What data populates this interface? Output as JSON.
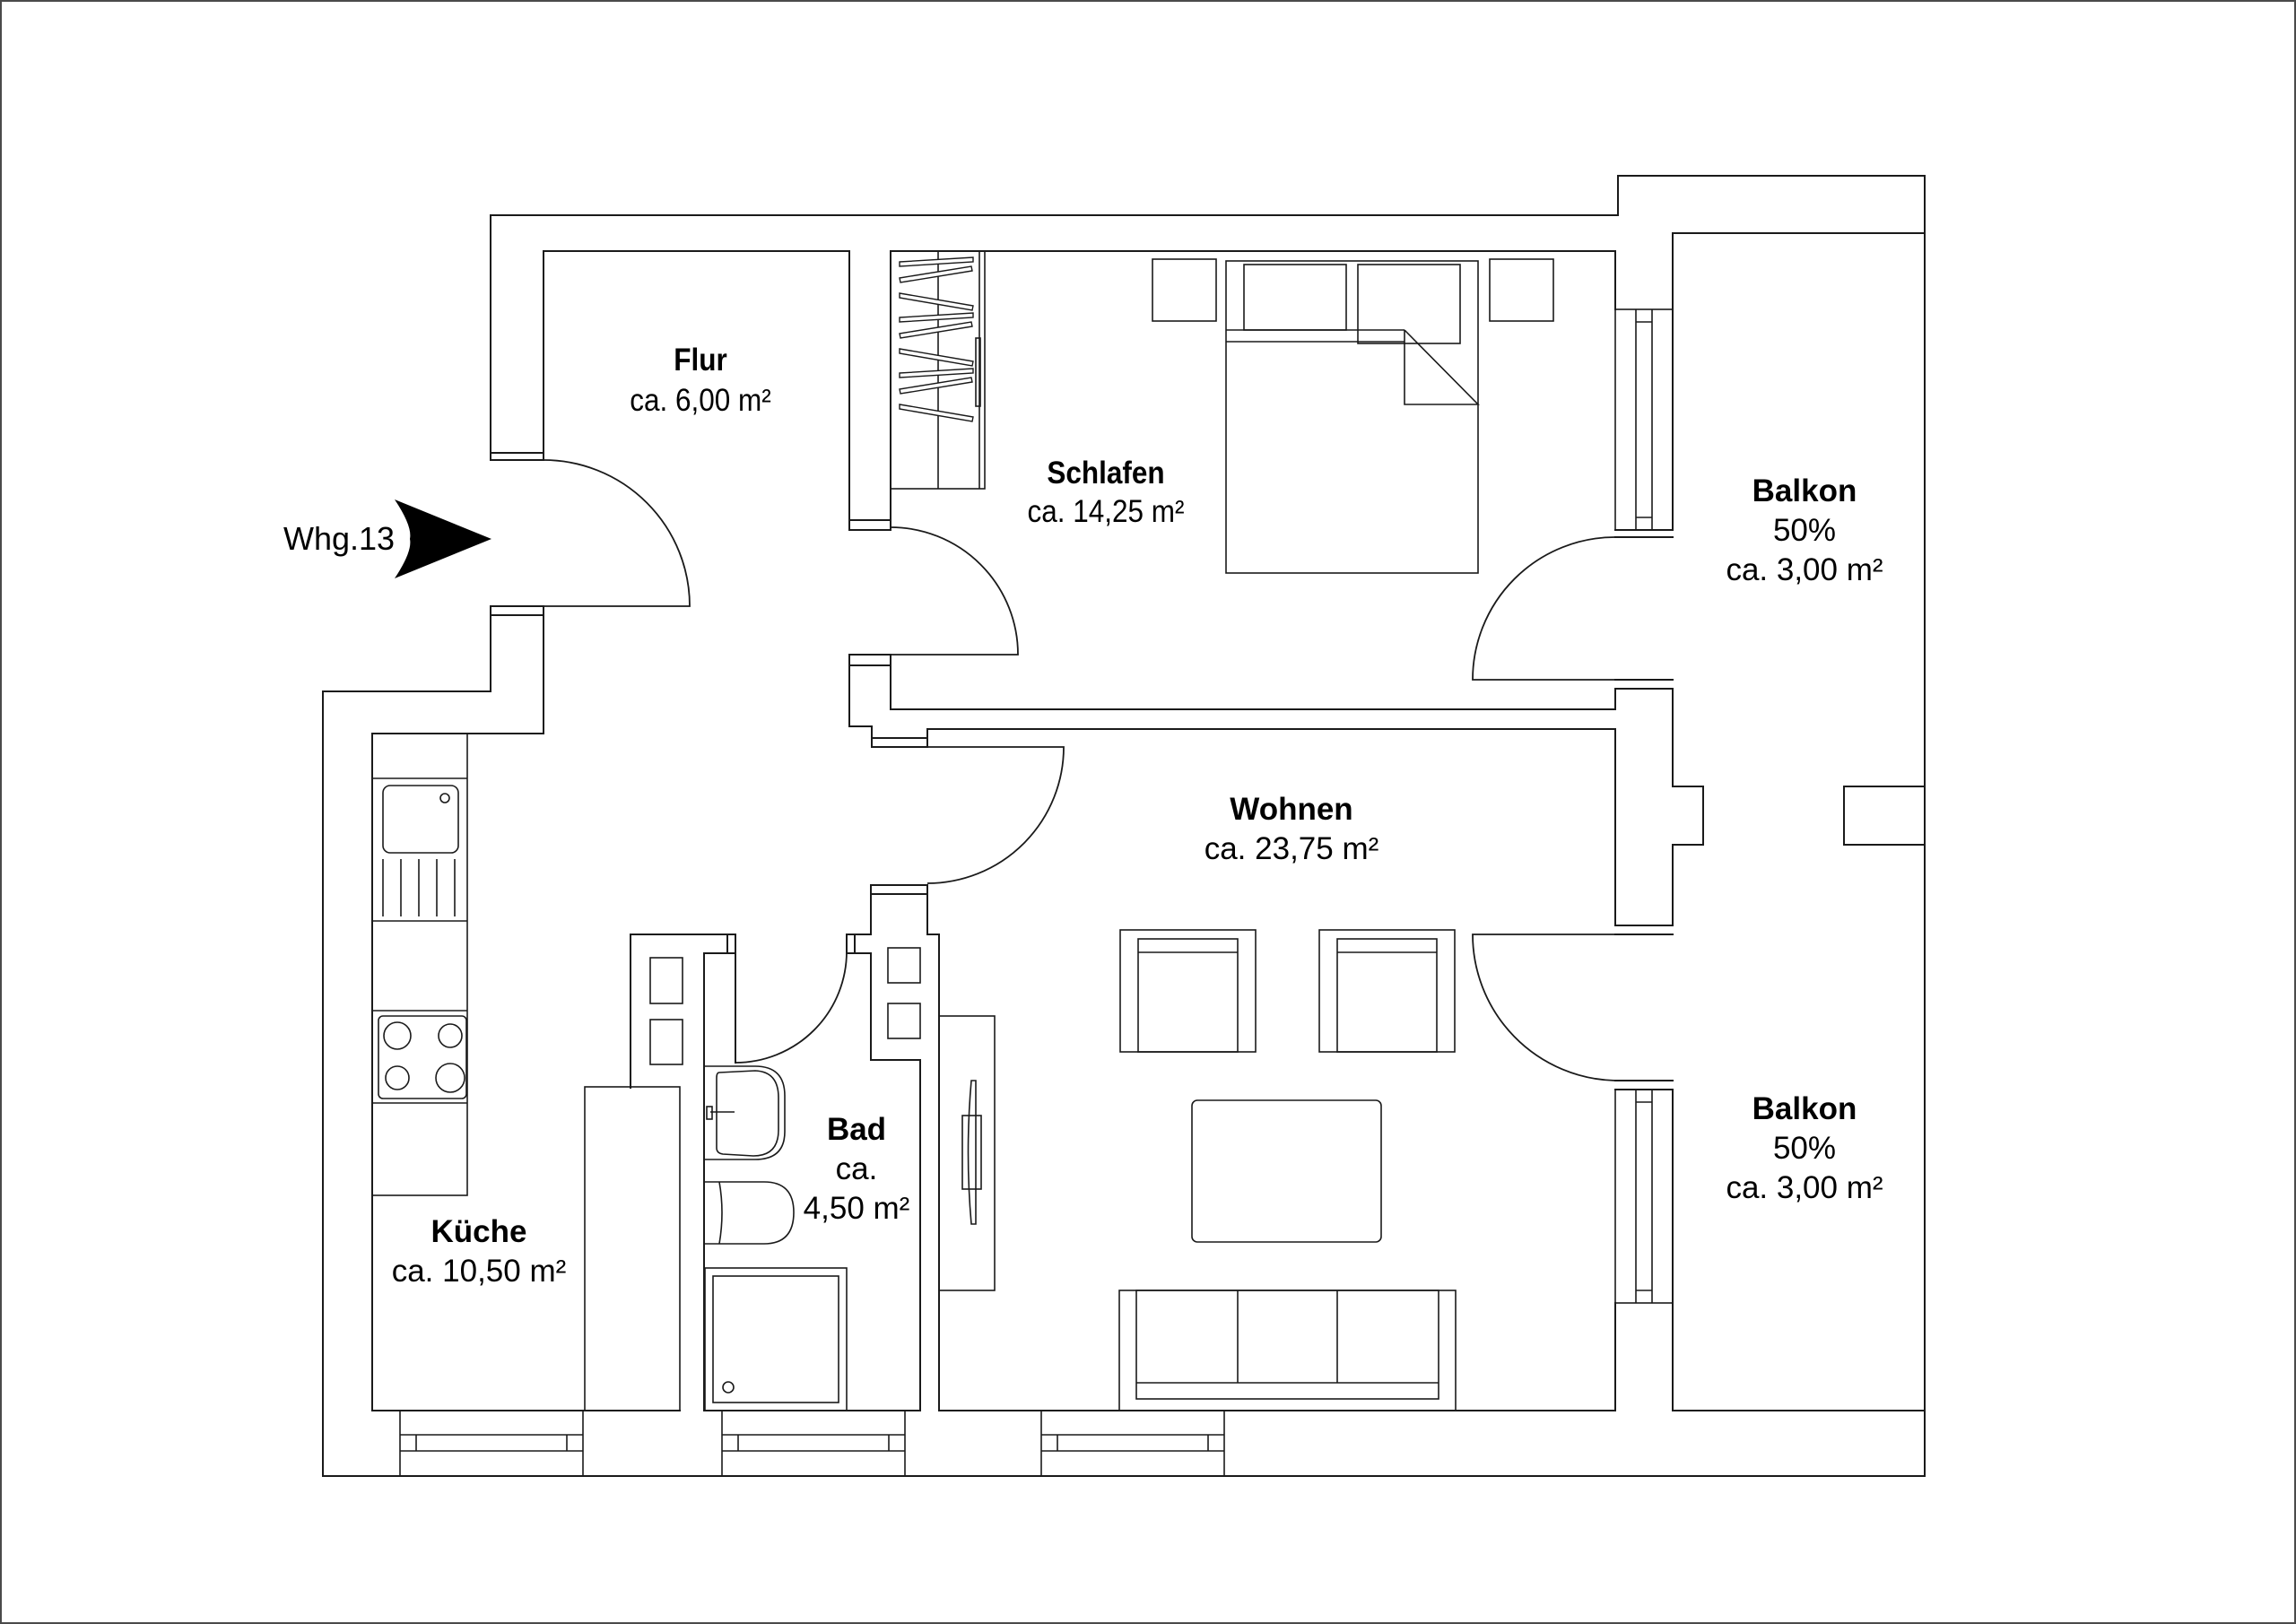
{
  "plan": {
    "unit_label": "Whg.13",
    "colors": {
      "line": "#1a1a1a",
      "background": "#ffffff",
      "border": "#4a4a4a"
    }
  },
  "rooms": {
    "flur": {
      "name": "Flur",
      "area": "ca. 6,00 m²"
    },
    "schlafen": {
      "name": "Schlafen",
      "area": "ca. 14,25 m²"
    },
    "balkon_oben": {
      "name": "Balkon",
      "share": "50%",
      "area": "ca. 3,00 m²"
    },
    "wohnen": {
      "name": "Wohnen",
      "area": "ca. 23,75 m²"
    },
    "balkon_unten": {
      "name": "Balkon",
      "share": "50%",
      "area": "ca. 3,00 m²"
    },
    "kueche": {
      "name": "Küche",
      "area": "ca. 10,50 m²"
    },
    "bad": {
      "name": "Bad",
      "area_prefix": "ca.",
      "area_value": "4,50 m²"
    }
  }
}
